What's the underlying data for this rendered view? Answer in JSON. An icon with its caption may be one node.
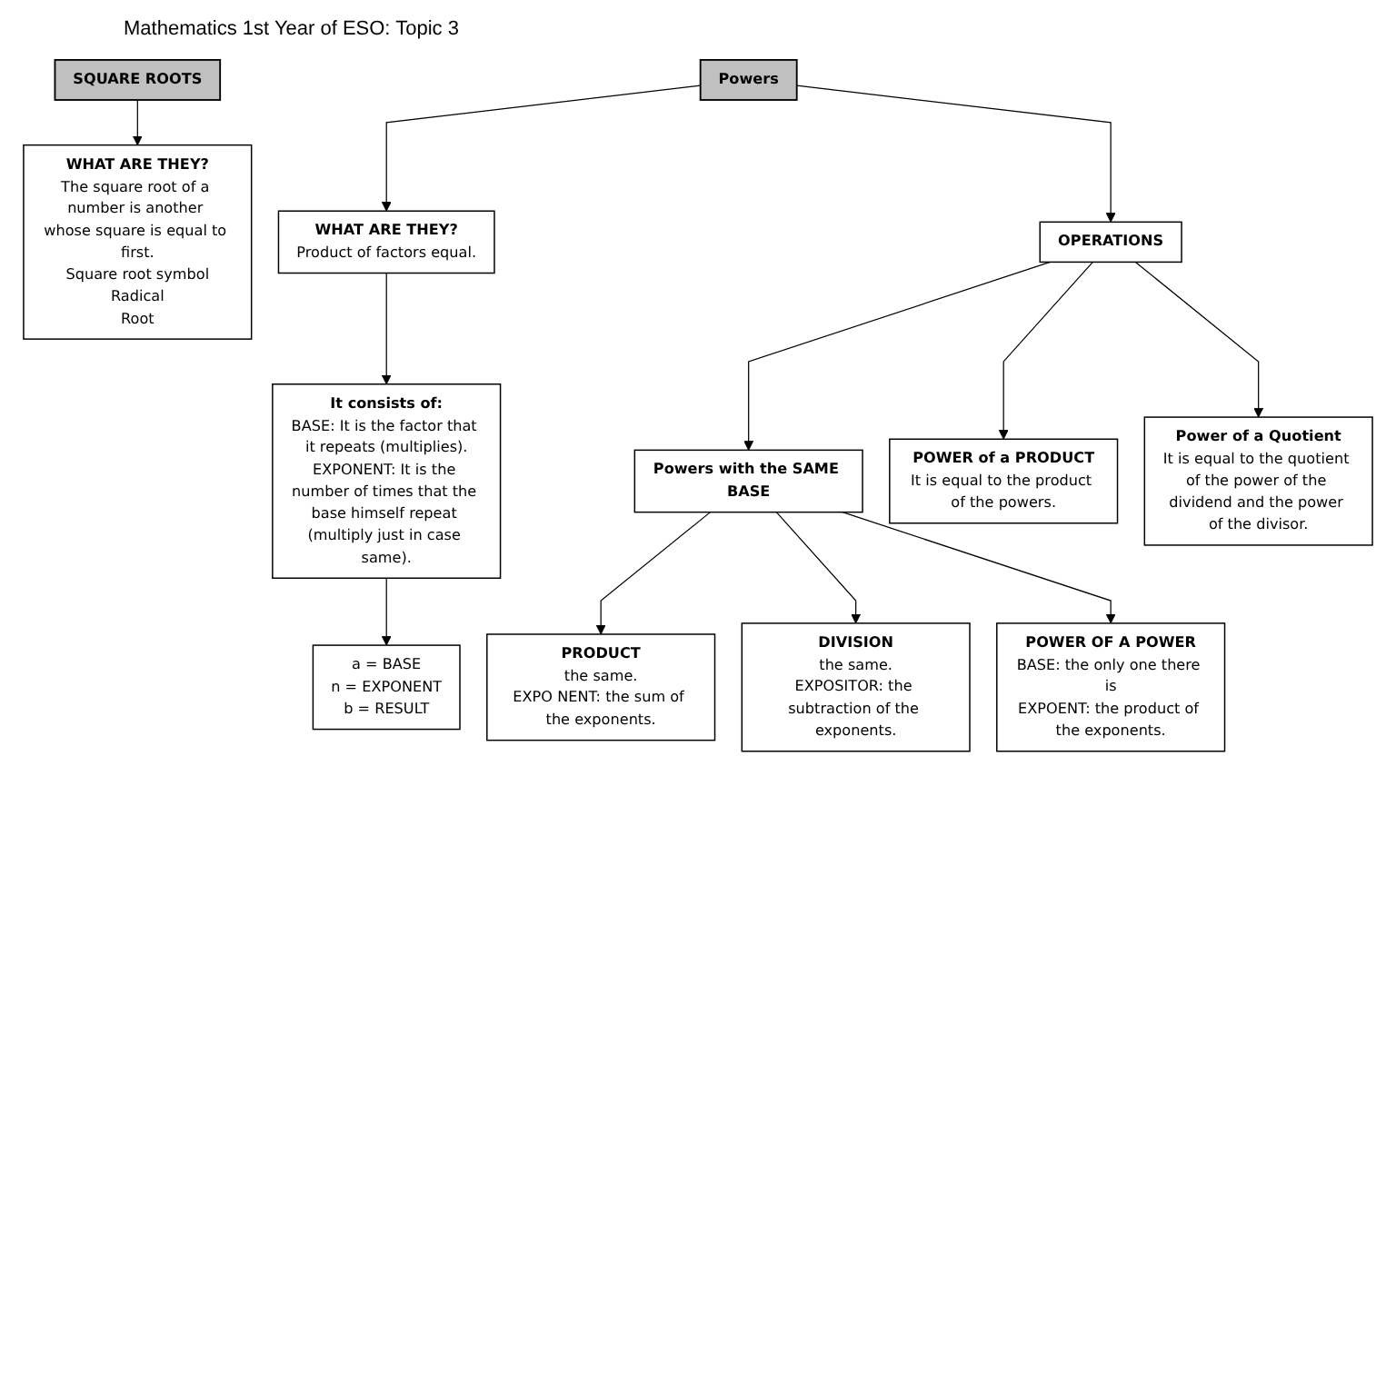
{
  "diagram": {
    "title": "Mathematics 1st Year of ESO: Topic 3",
    "nodes": [
      {
        "text": [
          "Powers"
        ]
      },
      {
        "text": [
          "WHAT ARE THEY?",
          "Product of factors equal."
        ]
      },
      {
        "text": [
          "It consists of:",
          "BASE: It is the factor that it repeats (multiplies).",
          "EXPONENT: It is the number of times that the base himself repeat (multiply just in case same)."
        ]
      },
      {
        "text": [
          "a = BASE",
          "n = EXPONENT",
          "b = RESULT"
        ]
      },
      {
        "text": [
          "OPERATIONS"
        ]
      },
      {
        "text": [
          "Powers with the SAME BASE"
        ]
      },
      {
        "text": [
          "PRODUCT",
          "the same.",
          "EXPO NENT: the sum of the exponents."
        ]
      },
      {
        "text": [
          "DIVISION",
          "the same.",
          "EXPOSITOR: the subtraction of the exponents."
        ]
      },
      {
        "text": [
          "POWER OF A POWER",
          "BASE: the only one there is",
          "EXPOENT: the product of the exponents."
        ]
      },
      {
        "text": [
          "POWER of a PRODUCT",
          "It is equal to the product of the powers."
        ]
      },
      {
        "text": [
          "Power of a Quotient",
          "It is equal to the quotient of the power of the dividend and the power of the divisor."
        ]
      },
      {
        "text": [
          "SQUARE ROOTS"
        ]
      },
      {
        "text": [
          "WHAT ARE THEY?",
          "The square root of a number is another whose square is equal to first.",
          "Square root symbol",
          "Radical",
          "Root"
        ]
      }
    ],
    "edges": [
      {
        "from": 0,
        "to": 1,
        "arrow": "to"
      },
      {
        "from": 0,
        "to": 4,
        "arrow": "to"
      },
      {
        "from": 1,
        "to": 2,
        "arrow": "to"
      },
      {
        "from": 2,
        "to": 3,
        "arrow": "to"
      },
      {
        "from": 4,
        "to": 5,
        "arrow": "to"
      },
      {
        "from": 4,
        "to": 9,
        "arrow": "to"
      },
      {
        "from": 4,
        "to": 10,
        "arrow": "to"
      },
      {
        "from": 5,
        "to": 6,
        "arrow": "to"
      },
      {
        "from": 5,
        "to": 7,
        "arrow": "to"
      },
      {
        "from": 5,
        "to": 8,
        "arrow": "to"
      },
      {
        "from": 11,
        "to": 12,
        "arrow": "to"
      }
    ]
  }
}
